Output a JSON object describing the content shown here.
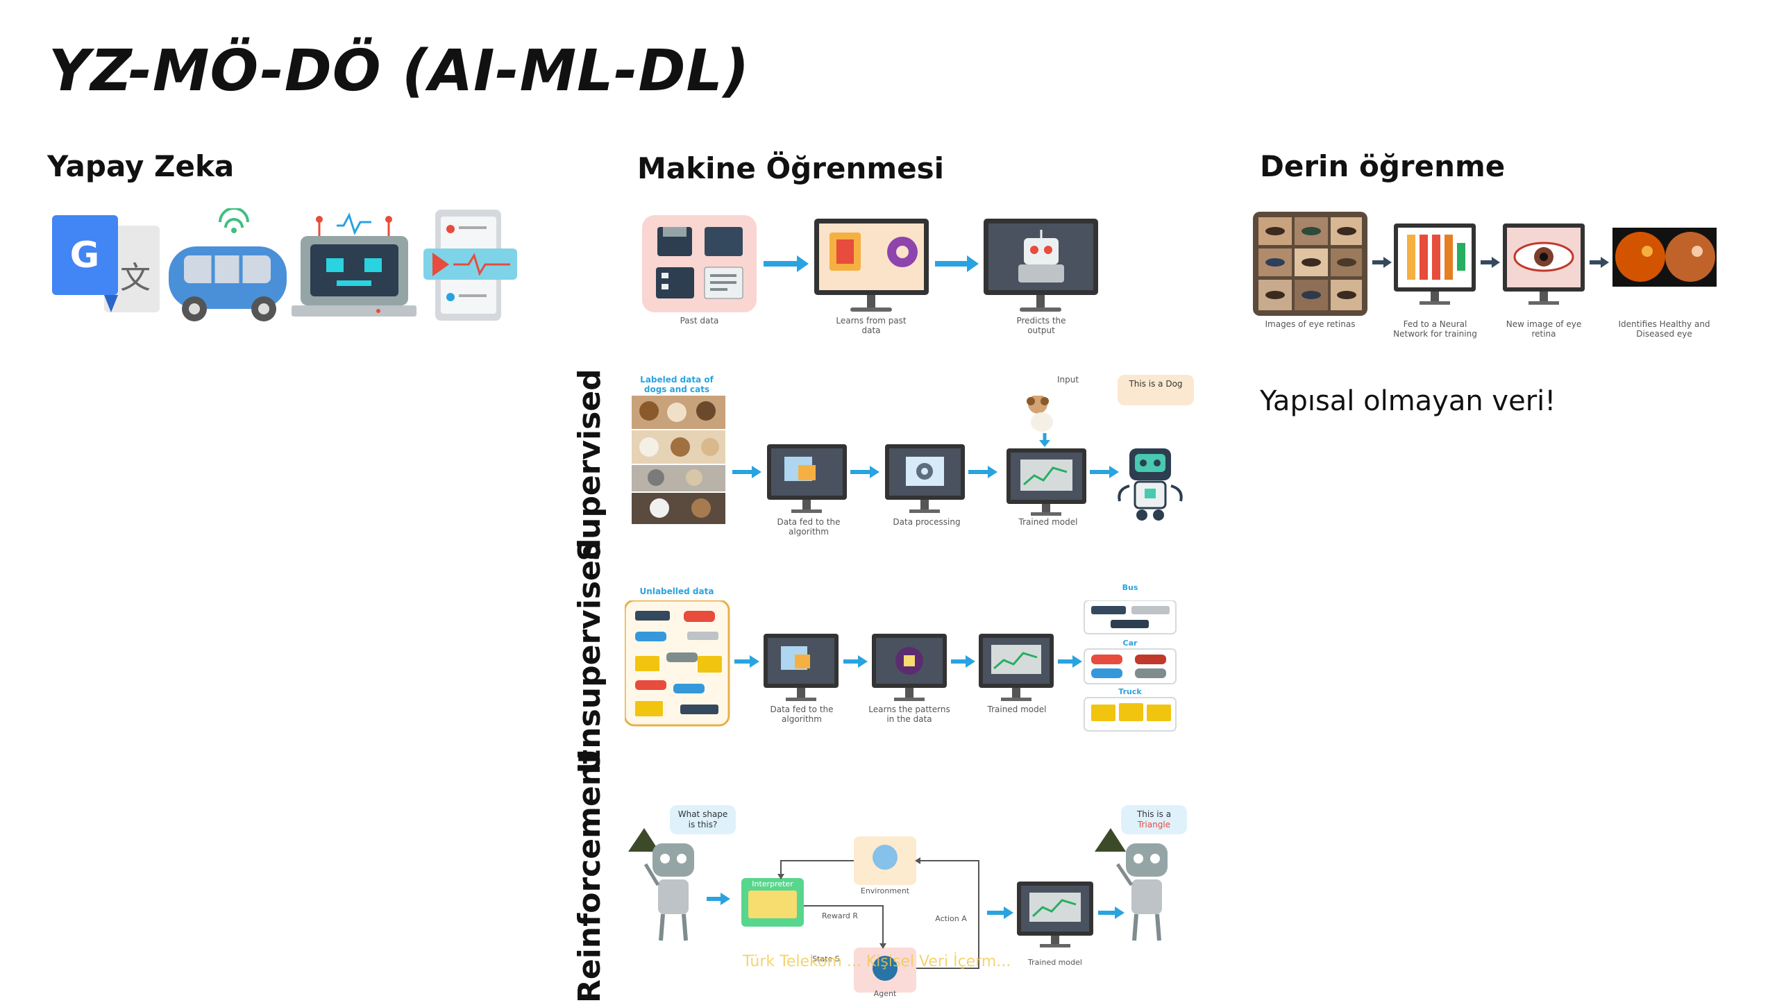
{
  "page": {
    "title": "YZ-MÖ-DÖ (AI-ML-DL)"
  },
  "ai": {
    "heading": "Yapay Zeka",
    "icons": [
      "google-translate-icon",
      "self-driving-car-icon",
      "robot-computer-icon",
      "health-monitor-icon"
    ]
  },
  "ml": {
    "heading": "Makine Öğrenmesi",
    "flow": {
      "captions": [
        "Past data",
        "Learns from past data",
        "Predicts the output"
      ]
    },
    "supervised": {
      "label": "Supervised",
      "dataset_label": "Labeled data of dogs and cats",
      "input_label": "Input",
      "output_bubble": "This is a Dog",
      "captions": [
        "Data fed to the algorithm",
        "Data processing",
        "Trained model"
      ]
    },
    "unsupervised": {
      "label": "Unsupervised",
      "dataset_label": "Unlabelled data",
      "captions": [
        "Data fed to the algorithm",
        "Learns the patterns in the data",
        "Trained model"
      ],
      "clusters": [
        "Bus",
        "Car",
        "Truck"
      ]
    },
    "reinforcement": {
      "label": "Reinforcement",
      "question_bubble": "What shape is this?",
      "answer_bubble_prefix": "This is a",
      "answer_bubble_word": "Triangle",
      "interpreter_label": "Interpreter",
      "environment_label": "Environment",
      "reward_label": "Reward R",
      "action_label": "Action A",
      "state_label": "State S",
      "agent_label": "Agent",
      "trained_label": "Trained model",
      "watermark": "Türk Telekom ... Kişisel Veri İçerm..."
    }
  },
  "dl": {
    "heading": "Derin öğrenme",
    "captions": [
      "Images of eye retinas",
      "Fed to a Neural Network for training",
      "New image of eye retina",
      "Identifies Healthy and Diseased eye"
    ],
    "note": "Yapısal olmayan veri!"
  },
  "colors": {
    "arrow": "#29a3e0",
    "dark_arrow": "#34495e",
    "pink_panel": "#f9d6d2",
    "monitor": "#3a3f47",
    "orange_border": "#e8b04a",
    "watermark": "#f2c94c"
  }
}
